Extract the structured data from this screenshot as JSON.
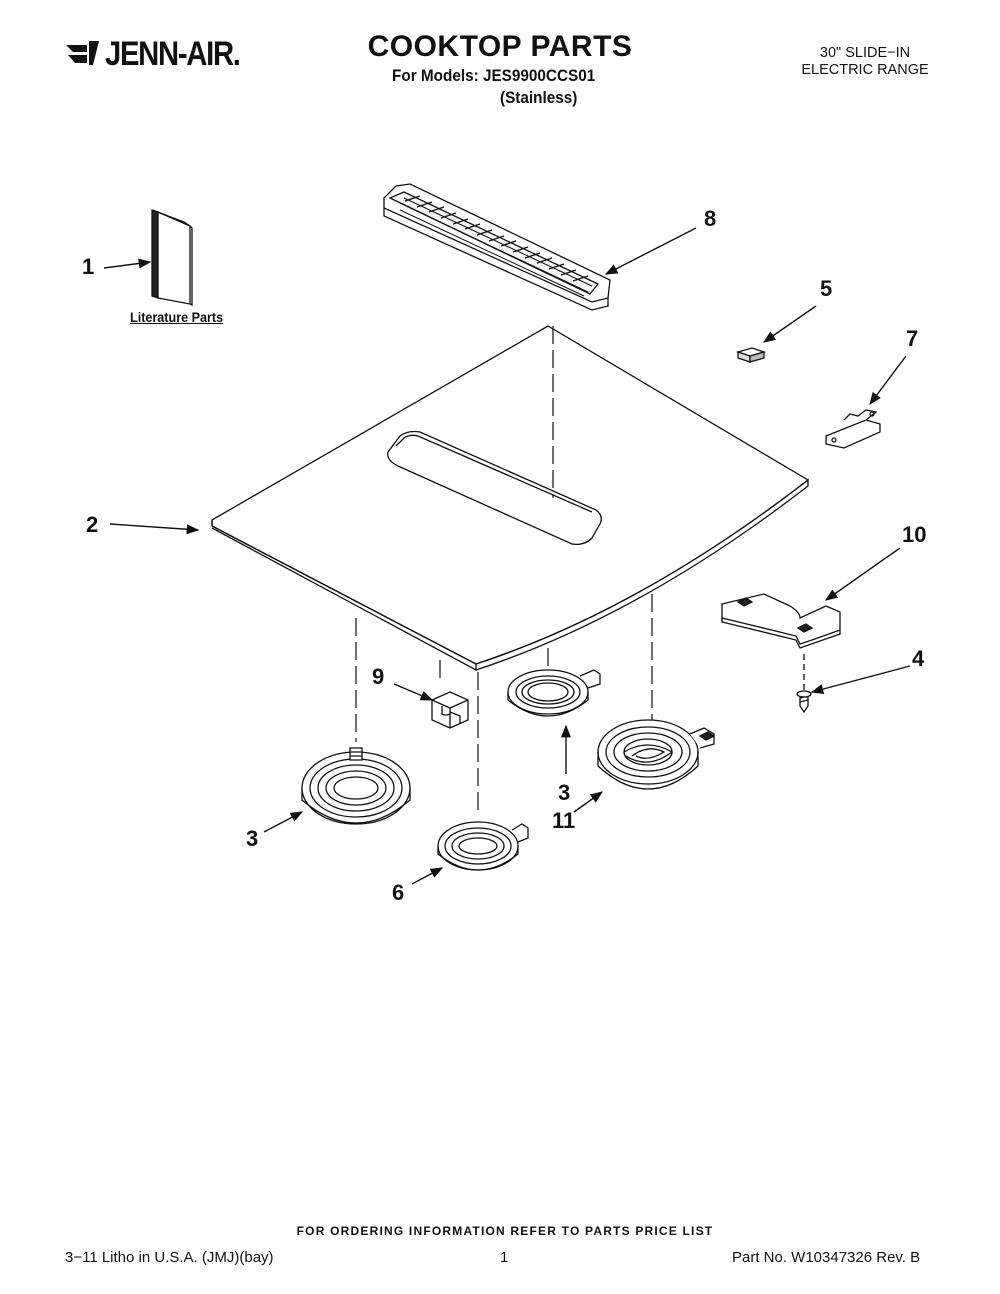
{
  "header": {
    "brand": "JENN-AIR.",
    "title": "COOKTOP PARTS",
    "models_line": "For Models: JES9900CCS01",
    "variant": "(Stainless)",
    "range_line1": "30\" SLIDE−IN",
    "range_line2": "ELECTRIC RANGE"
  },
  "diagram": {
    "literature_label": "Literature Parts",
    "callouts": [
      {
        "id": "c1",
        "label": "1"
      },
      {
        "id": "c2",
        "label": "2"
      },
      {
        "id": "c3a",
        "label": "3"
      },
      {
        "id": "c3b",
        "label": "3"
      },
      {
        "id": "c4",
        "label": "4"
      },
      {
        "id": "c5",
        "label": "5"
      },
      {
        "id": "c6",
        "label": "6"
      },
      {
        "id": "c7",
        "label": "7"
      },
      {
        "id": "c8",
        "label": "8"
      },
      {
        "id": "c9",
        "label": "9"
      },
      {
        "id": "c10",
        "label": "10"
      },
      {
        "id": "c11",
        "label": "11"
      }
    ]
  },
  "footer": {
    "ordering_note": "FOR ORDERING INFORMATION REFER TO PARTS PRICE LIST",
    "litho": "3−11 Litho in U.S.A. (JMJ)(bay)",
    "page": "1",
    "part_no": "Part No. W10347326 Rev. B"
  }
}
